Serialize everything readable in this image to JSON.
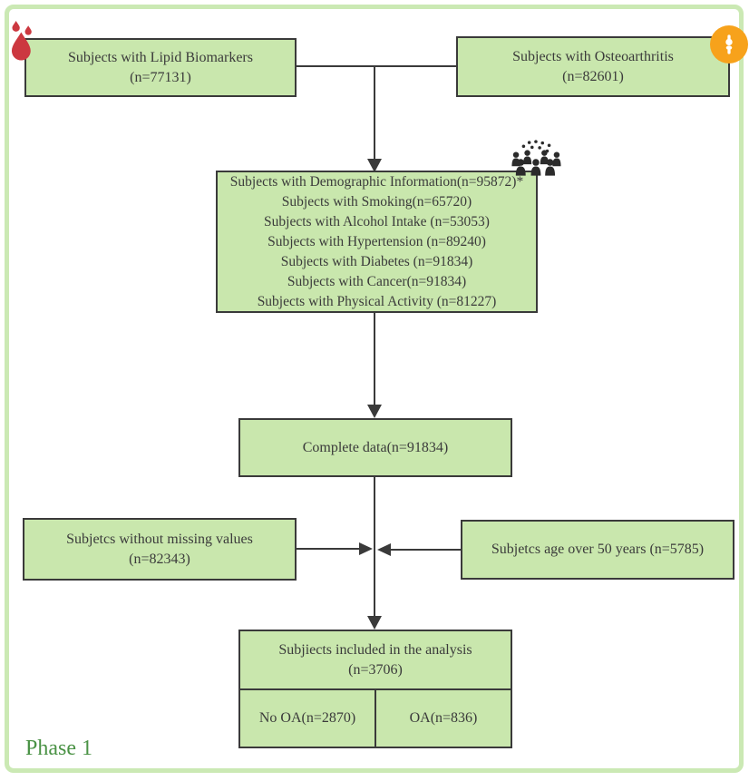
{
  "frame": {
    "phase_label": "Phase 1"
  },
  "colors": {
    "box_fill": "#c9e7ad",
    "box_border": "#3a3a3a",
    "connector_line": "#3a3a3a",
    "frame_border": "#cbe9b4",
    "text": "#3b3b3b",
    "phase_text": "#4a9245",
    "blood_icon": "#cc3840",
    "joint_icon_bg": "#f7a21b",
    "people_icon": "#2b2b2b"
  },
  "icons": {
    "blood_drop": "blood-drop-icon",
    "joint": "joint-icon",
    "people": "people-crowd-icon"
  },
  "boxes": {
    "lipid": {
      "line1": "Subjects with Lipid Biomarkers",
      "line2": "(n=77131)"
    },
    "osteoarthritis": {
      "line1": "Subjects with Osteoarthritis",
      "line2": "(n=82601)"
    },
    "covariates": {
      "lines": [
        "Subjects with Demographic Information(n=95872)*",
        "Subjects with Smoking(n=65720)",
        "Subjects with Alcohol Intake (n=53053)",
        "Subjects with Hypertension (n=89240)",
        "Subjects with Diabetes (n=91834)",
        "Subjects with Cancer(n=91834)",
        "Subjects with Physical Activity (n=81227)"
      ]
    },
    "complete_data": {
      "line1": "Complete data(n=91834)"
    },
    "no_missing": {
      "line1": "Subjetcs without missing values",
      "line2": "(n=82343)"
    },
    "age_over_50": {
      "line1": "Subjetcs age over 50 years (n=5785)"
    },
    "included": {
      "line1": "Subjiects included in the analysis",
      "line2": "(n=3706)"
    },
    "no_oa": {
      "label": "No OA(n=2870)"
    },
    "oa": {
      "label": "OA(n=836)"
    }
  }
}
